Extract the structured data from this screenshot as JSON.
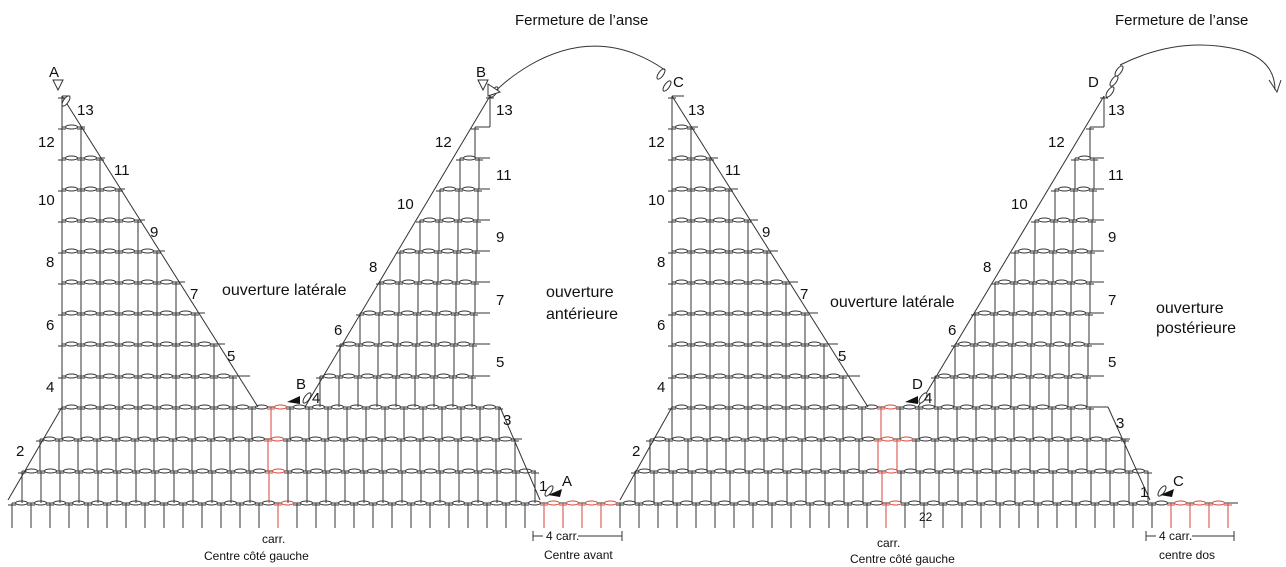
{
  "titles": {
    "handle_closing_1": "Fermeture de l’anse",
    "handle_closing_2": "Fermeture de l’anse"
  },
  "openings": {
    "lateral_1": "ouverture latérale",
    "anterior_line1": "ouverture",
    "anterior_line2": "antérieure",
    "lateral_2": "ouverture latérale",
    "posterior_line1": "ouverture",
    "posterior_line2": "postérieure"
  },
  "markers": {
    "A_top": "A",
    "B_top": "B",
    "C_top": "C",
    "D_top": "D",
    "B_mid": "B",
    "A_bottom": "A",
    "D_mid": "D",
    "C_bottom": "C"
  },
  "row_numbers": {
    "left_1": [
      "13",
      "12",
      "11",
      "10",
      "9",
      "8",
      "7",
      "6",
      "5",
      "4",
      "2"
    ],
    "right_1": [
      "13",
      "12",
      "11",
      "10",
      "9",
      "8",
      "7",
      "6",
      "5",
      "4",
      "3",
      "1"
    ],
    "left_2": [
      "13",
      "12",
      "11",
      "10",
      "9",
      "8",
      "7",
      "6",
      "5",
      "4",
      "2"
    ],
    "right_2": [
      "13",
      "12",
      "11",
      "10",
      "9",
      "8",
      "7",
      "6",
      "5",
      "4",
      "3",
      "1"
    ],
    "extra": "22"
  },
  "footers": {
    "carr_1": "carr.",
    "centre_left_1": "Centre côté gauche",
    "four_carr_1": "4 carr.",
    "centre_front": "Centre avant",
    "carr_2": "carr.",
    "centre_left_2": "Centre côté gauche",
    "four_carr_2": "4 carr.",
    "centre_back": "centre dos"
  },
  "colors": {
    "ink": "#333333",
    "highlight": "#d8453a"
  }
}
